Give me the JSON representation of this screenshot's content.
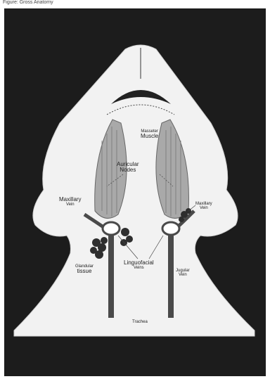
{
  "figure": {
    "caption": "Figure: Gross Anatomy"
  },
  "labels": {
    "masseter_muscle_line1": "Masseter",
    "masseter_muscle_line2": "Muscle",
    "auricular_nodes_line1": "Auricular",
    "auricular_nodes_line2": "Nodes",
    "maxillary_vein_left_line1": "Maxillary",
    "maxillary_vein_left_line2": "Vein",
    "maxillary_vein_right_line1": "Maxillary",
    "maxillary_vein_right_line2": "Vein",
    "glandular_tissue_line1": "Glandular",
    "glandular_tissue_line2": "tissue",
    "lingofacial_veins_line1": "Linguofacial",
    "lingofacial_veins_line2": "Veins",
    "jugular_vein_line1": "Jugular",
    "jugular_vein_line2": "Vein",
    "trachea": "Trachea"
  },
  "colors": {
    "background": "#1c1c1c",
    "body": "#f2f2f2",
    "muscle": "#a9a9a9",
    "vein": "#4a4a4a",
    "gland": "#2e2e2e"
  }
}
